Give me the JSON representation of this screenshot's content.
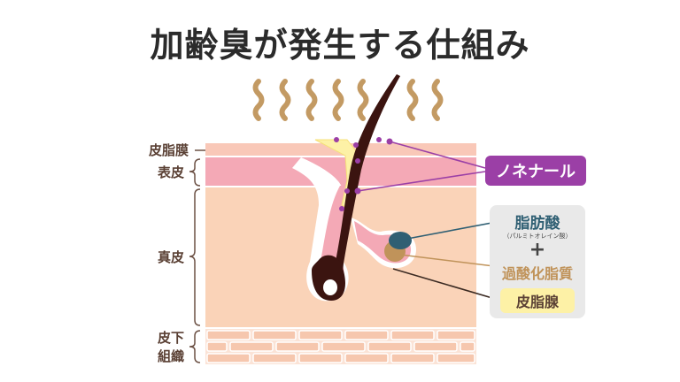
{
  "title": "加齢臭が発生する仕組み",
  "layers": {
    "sebum_film": "皮脂膜",
    "epidermis": "表皮",
    "dermis": "真皮",
    "subcutaneous_line1": "皮下",
    "subcutaneous_line2": "組織"
  },
  "callouts": {
    "nonenal": "ノネナール",
    "fatty_acid": "脂肪酸",
    "fatty_acid_sub": "（パルミトオレイン酸）",
    "plus": "+",
    "lipid_peroxide": "過酸化脂質",
    "sebaceous_gland": "皮脂腺"
  },
  "colors": {
    "sebum_film": "#f9c8b8",
    "epidermis": "#f4a9b6",
    "dermis": "#fad3b8",
    "subcutaneous_bg": "#fbe3d6",
    "subcutaneous_brick": "#f6c7ae",
    "hair": "#3b1410",
    "odor_waves": "#c39a63",
    "nonenal": "#9b3fa6",
    "fatty_acid": "#2f5f73",
    "lipid_peroxide": "#c0935a",
    "sebaceous_box": "#fdf1a6",
    "bracket": "#6b5044"
  }
}
